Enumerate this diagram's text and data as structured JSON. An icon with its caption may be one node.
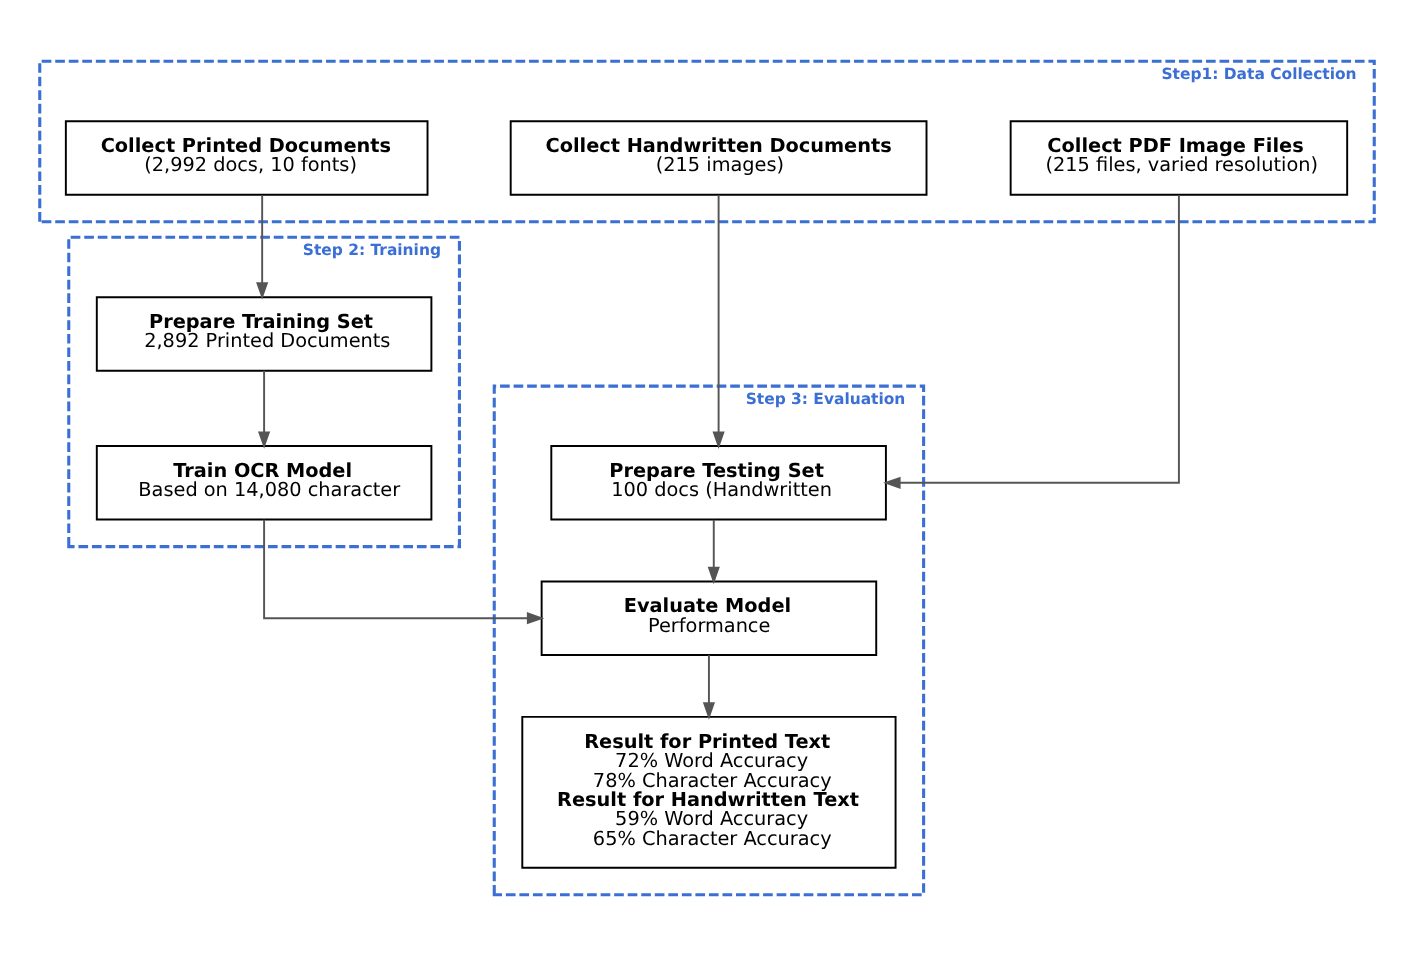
{
  "diagram": {
    "nodes": [
      {
        "text": [
          "Step1: Data Collection"
        ]
      },
      {
        "text": [
          "Collect Printed Documents",
          "(2,992 docs, 10 fonts)"
        ],
        "in": 0
      },
      {
        "text": [
          "Collect Handwritten Documents",
          "(215 images)"
        ],
        "in": 0
      },
      {
        "text": [
          "Collect PDF Image Files",
          "(215 files, varied resolution)"
        ],
        "in": 0
      },
      {
        "text": [
          "Step 2: Training"
        ]
      },
      {
        "text": [
          "Prepare Training Set",
          "2,892 Printed Documents"
        ],
        "in": 4
      },
      {
        "text": [
          "Train OCR Model",
          "Based on 14,080 character"
        ],
        "in": 4
      },
      {
        "text": [
          "Step 3: Evaluation"
        ]
      },
      {
        "text": [
          "Prepare Testing Set",
          "100 docs (Handwritten"
        ],
        "in": 7
      },
      {
        "text": [
          "Evaluate Model",
          "Performance"
        ],
        "in": 7
      },
      {
        "text": [
          "Result for Printed Text",
          "72% Word Accuracy",
          "78% Character Accuracy",
          "Result for Handwritten Text",
          "59% Word Accuracy",
          "65% Character Accuracy"
        ],
        "in": 7
      }
    ],
    "edges": [
      {
        "from": 1,
        "to": 5,
        "arrow": "to"
      },
      {
        "from": 5,
        "to": 6,
        "arrow": "to"
      },
      {
        "from": 2,
        "to": 8,
        "arrow": "to"
      },
      {
        "from": 3,
        "to": 8,
        "arrow": "to"
      },
      {
        "from": 6,
        "to": 9,
        "arrow": "to"
      },
      {
        "from": 8,
        "to": 9,
        "arrow": "to"
      },
      {
        "from": 9,
        "to": 10,
        "arrow": "to"
      }
    ]
  }
}
